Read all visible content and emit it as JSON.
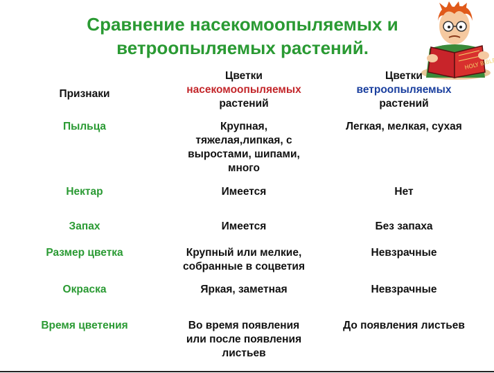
{
  "title": {
    "line1": "Сравнение насекомоопыляемых и",
    "line2": "ветроопыляемых растений."
  },
  "table": {
    "headers": {
      "col1": "Признаки",
      "col2": [
        "Цветки",
        "насекомоопыляемых",
        "растений"
      ],
      "col3": [
        "Цветки",
        "ветроопыляемых",
        "растений"
      ]
    },
    "rows": [
      {
        "feature": "Пыльца",
        "insect": [
          "Крупная,",
          "тяжелая,липкая, с",
          "выростами, шипами,",
          "много"
        ],
        "wind": [
          "Легкая, мелкая, сухая"
        ]
      },
      {
        "feature": "Нектар",
        "insect": [
          "Имеется"
        ],
        "wind": [
          "Нет"
        ]
      },
      {
        "feature": "Запах",
        "insect": [
          "Имеется"
        ],
        "wind": [
          "Без запаха"
        ]
      },
      {
        "feature": "Размер цветка",
        "insect": [
          "Крупный или мелкие,",
          "собранные в соцветия"
        ],
        "wind": [
          "Невзрачные"
        ]
      },
      {
        "feature": "Окраска",
        "insect": [
          "Яркая, заметная"
        ],
        "wind": [
          "Невзрачные"
        ]
      },
      {
        "feature": "Время цветения",
        "insect": [
          "Во время появления",
          "или после появления",
          "листьев"
        ],
        "wind": [
          "До появления листьев"
        ]
      }
    ]
  },
  "mascot": {
    "book_text": "HOLY BIBLE"
  },
  "colors": {
    "green": "#2a9a33",
    "red": "#c3272b",
    "blue": "#1a3f9e"
  }
}
